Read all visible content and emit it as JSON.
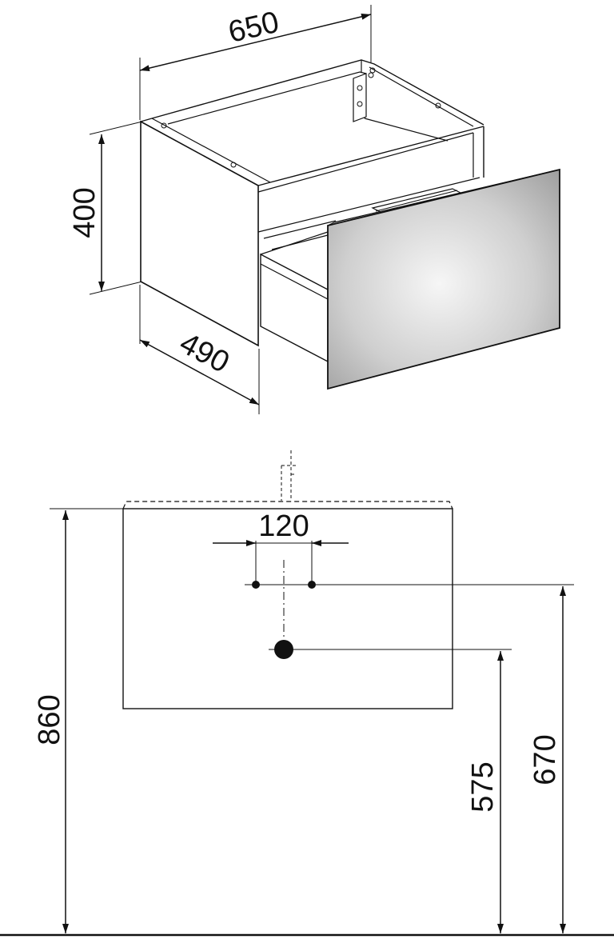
{
  "iso_dimensions": {
    "width": "650",
    "height": "400",
    "depth": "490"
  },
  "elevation_dimensions": {
    "tap_hole_spacing": "120",
    "total_height": "860",
    "tap_hole_height": "670",
    "drain_height": "575"
  },
  "colors": {
    "line": "#111111",
    "drawer_front_light": "#f4f4f4",
    "drawer_front_dark": "#9e9e9e"
  }
}
